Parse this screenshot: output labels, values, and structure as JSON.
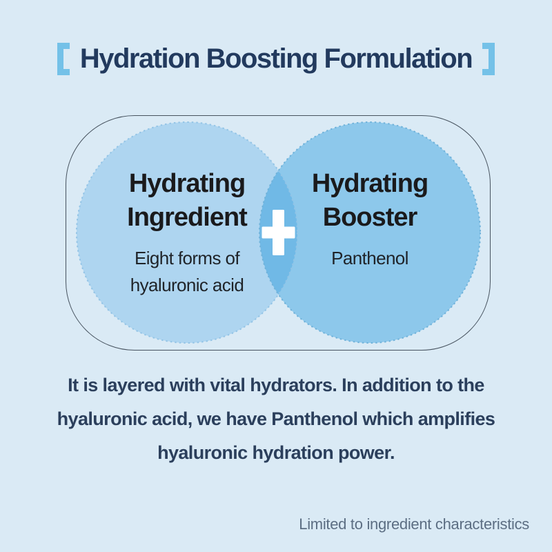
{
  "title": {
    "open_bracket": "[",
    "text": "Hydration Boosting Formulation",
    "close_bracket": "]"
  },
  "diagram": {
    "left_circle": {
      "heading": "Hydrating Ingredient",
      "subtitle": "Eight forms of hyaluronic acid",
      "fill_color": "#aed5f0",
      "border_color": "#93c4e6"
    },
    "right_circle": {
      "heading": "Hydrating Booster",
      "subtitle": "Panthenol",
      "fill_color": "#8dc8eb",
      "border_color": "#6fb2da"
    },
    "overlap_color": "#70b9e6",
    "plus_symbol": "+"
  },
  "body": {
    "lines": [
      "It is layered with vital hydrators. In addition to the",
      "hyaluronic acid, we have Panthenol which amplifies",
      "hyaluronic hydration power."
    ]
  },
  "footer": {
    "note": "Limited to ingredient characteristics"
  },
  "colors": {
    "background": "#daeaf5",
    "title_text": "#223a5e",
    "bracket_accent": "#74c1e8",
    "panel_border": "#46525e",
    "circle_text": "#1a1a1c",
    "body_text": "#2b3f5c",
    "footer_text": "#5c6e83",
    "plus_symbol": "#ffffff"
  }
}
